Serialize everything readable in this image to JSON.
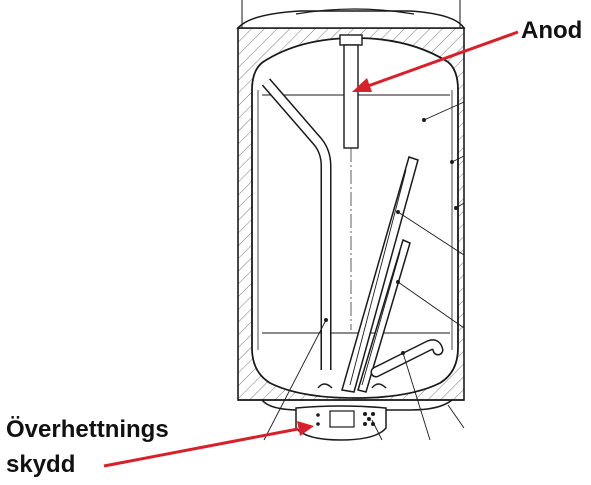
{
  "labels": {
    "anode": "Anod",
    "overheat_line1": "Överhettnings",
    "overheat_line2": "skydd"
  },
  "colors": {
    "callout": "#d9202a",
    "line": "#1a1a1a",
    "hatch": "#555555",
    "background": "#ffffff"
  }
}
